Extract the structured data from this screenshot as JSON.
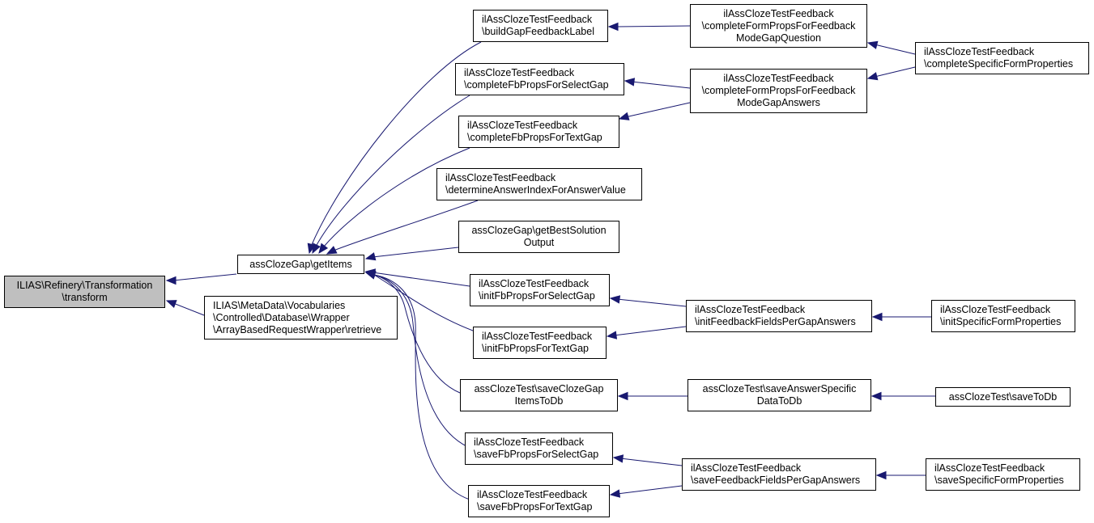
{
  "graph": {
    "root": {
      "lines": [
        "ILIAS\\Refinery\\Transformation",
        "\\transform"
      ]
    },
    "get_items": {
      "lines": [
        "assClozeGap\\getItems"
      ]
    },
    "retrieve": {
      "lines": [
        "ILIAS\\MetaData\\Vocabularies",
        "\\Controlled\\Database\\Wrapper",
        "\\ArrayBasedRequestWrapper\\retrieve"
      ]
    },
    "build_gap_feedback_label": {
      "lines": [
        "ilAssClozeTestFeedback",
        "\\buildGapFeedbackLabel"
      ]
    },
    "complete_fb_props_select": {
      "lines": [
        "ilAssClozeTestFeedback",
        "\\completeFbPropsForSelectGap"
      ]
    },
    "complete_fb_props_text": {
      "lines": [
        "ilAssClozeTestFeedback",
        "\\completeFbPropsForTextGap"
      ]
    },
    "determine_answer_index": {
      "lines": [
        "ilAssClozeTestFeedback",
        "\\determineAnswerIndexForAnswerValue"
      ]
    },
    "get_best_solution_output": {
      "lines": [
        "assClozeGap\\getBestSolution",
        "Output"
      ]
    },
    "init_fb_props_select": {
      "lines": [
        "ilAssClozeTestFeedback",
        "\\initFbPropsForSelectGap"
      ]
    },
    "init_fb_props_text": {
      "lines": [
        "ilAssClozeTestFeedback",
        "\\initFbPropsForTextGap"
      ]
    },
    "save_cloze_gap_items": {
      "lines": [
        "assClozeTest\\saveClozeGap",
        "ItemsToDb"
      ]
    },
    "save_fb_props_select": {
      "lines": [
        "ilAssClozeTestFeedback",
        "\\saveFbPropsForSelectGap"
      ]
    },
    "save_fb_props_text": {
      "lines": [
        "ilAssClozeTestFeedback",
        "\\saveFbPropsForTextGap"
      ]
    },
    "complete_form_props_question": {
      "lines": [
        "ilAssClozeTestFeedback",
        "\\completeFormPropsForFeedback",
        "ModeGapQuestion"
      ]
    },
    "complete_form_props_answers": {
      "lines": [
        "ilAssClozeTestFeedback",
        "\\completeFormPropsForFeedback",
        "ModeGapAnswers"
      ]
    },
    "init_feedback_fields": {
      "lines": [
        "ilAssClozeTestFeedback",
        "\\initFeedbackFieldsPerGapAnswers"
      ]
    },
    "save_answer_specific": {
      "lines": [
        "assClozeTest\\saveAnswerSpecific",
        "DataToDb"
      ]
    },
    "save_feedback_fields": {
      "lines": [
        "ilAssClozeTestFeedback",
        "\\saveFeedbackFieldsPerGapAnswers"
      ]
    },
    "complete_specific_form": {
      "lines": [
        "ilAssClozeTestFeedback",
        "\\completeSpecificFormProperties"
      ]
    },
    "init_specific_form": {
      "lines": [
        "ilAssClozeTestFeedback",
        "\\initSpecificFormProperties"
      ]
    },
    "save_to_db": {
      "lines": [
        "assClozeTest\\saveToDb"
      ]
    },
    "save_specific_form": {
      "lines": [
        "ilAssClozeTestFeedback",
        "\\saveSpecificFormProperties"
      ]
    }
  },
  "colors": {
    "edge": "#191970",
    "root_fill": "#bfbfbf",
    "node_border": "#000000"
  }
}
